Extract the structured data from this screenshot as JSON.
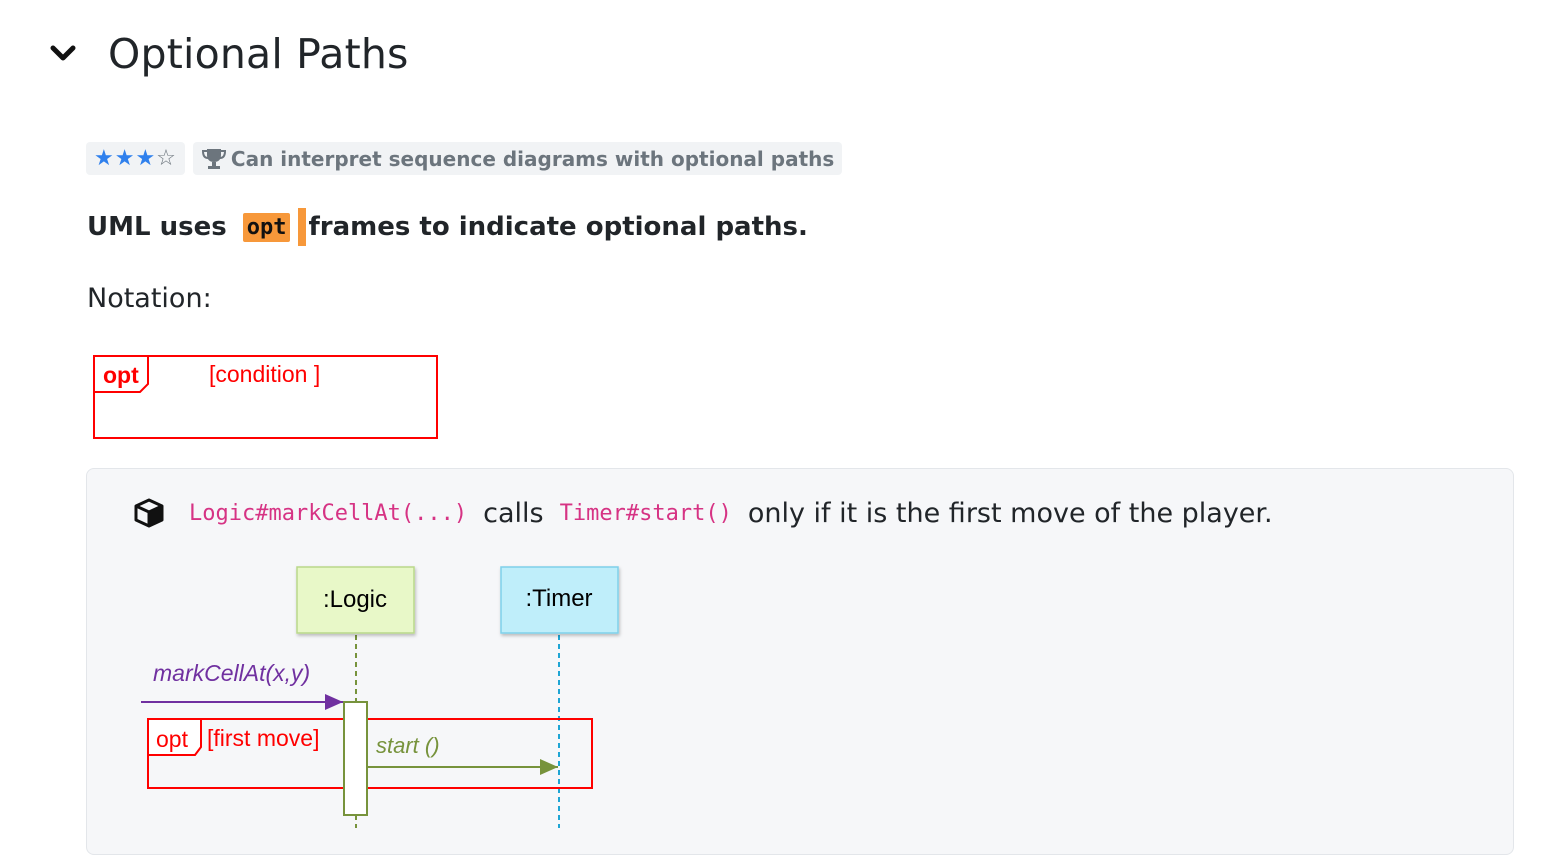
{
  "header": {
    "title": "Optional Paths",
    "toggle_icon": "chevron-down-icon"
  },
  "badges": {
    "stars_filled": "★★★",
    "stars_empty": "☆",
    "trophy_icon": "trophy-icon",
    "outcome": "Can interpret sequence diagrams with optional paths",
    "star_color": "#2f80ed"
  },
  "lead": {
    "before": "UML uses",
    "code": "opt",
    "after": "frames to indicate optional paths.",
    "highlight_color": "#f7983a"
  },
  "notation": {
    "label": "Notation:",
    "frame_keyword": "opt",
    "frame_condition": "[condition ]",
    "frame_color": "#ff0000"
  },
  "example": {
    "icon": "cube-icon",
    "code1": "Logic#markCellAt(...)",
    "text1": "calls",
    "code2": "Timer#start()",
    "text2": "only if it is the first move of the player.",
    "diagram": {
      "logic_label": ":Logic",
      "timer_label": ":Timer",
      "call_label": "markCellAt(x,y)",
      "opt_keyword": "opt",
      "opt_condition": "[first move]",
      "start_label": "start ()",
      "logic_color": "#e8f8c8",
      "timer_color": "#bfeefa",
      "call_color": "#7030a0",
      "start_color": "#77933c",
      "frame_color": "#ff0000"
    }
  }
}
